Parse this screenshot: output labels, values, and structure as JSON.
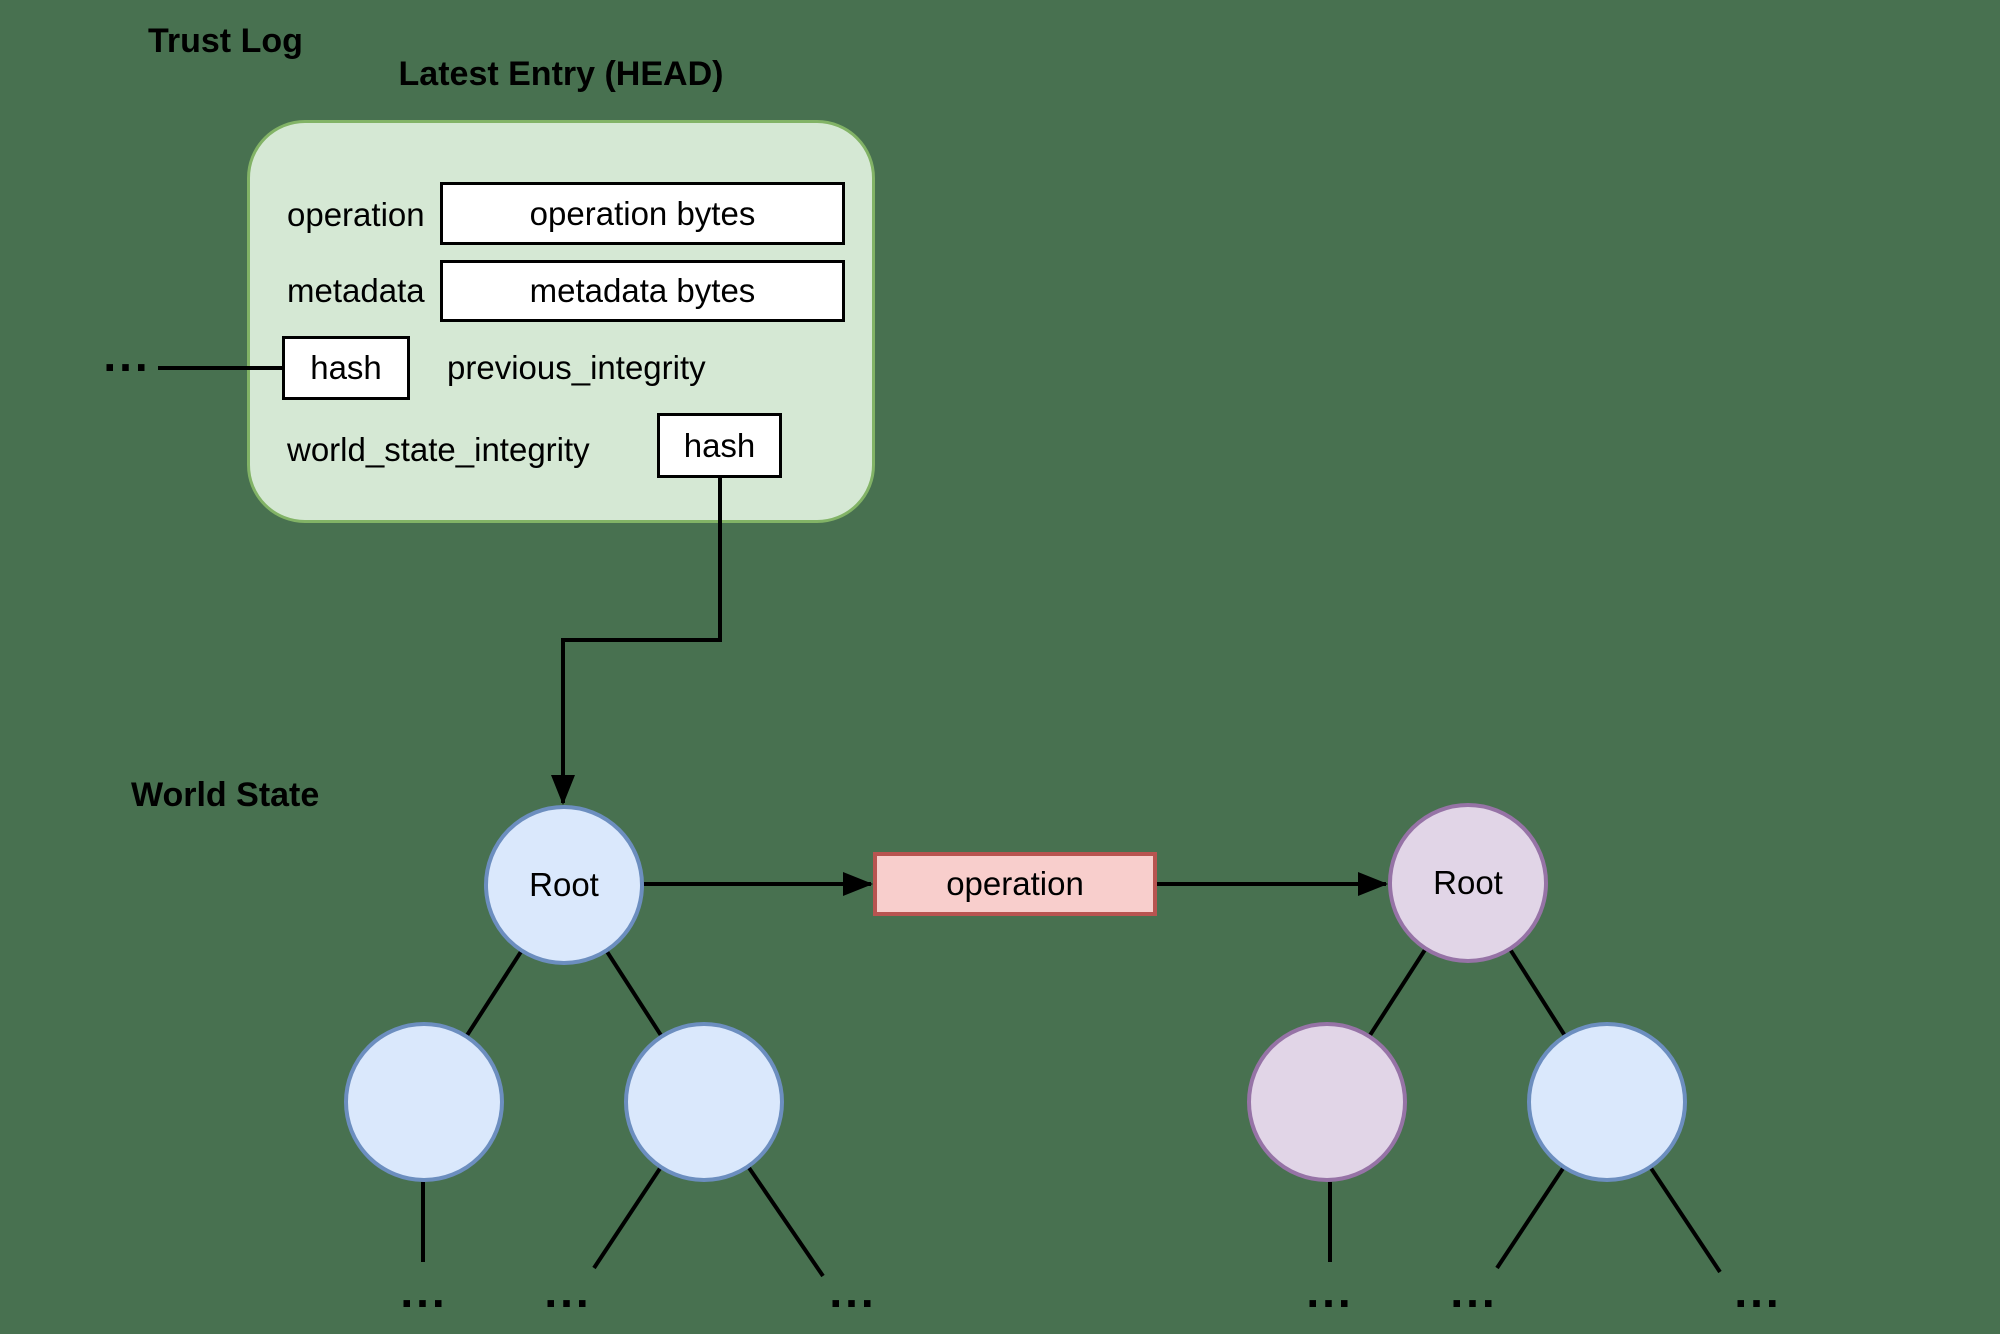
{
  "colors": {
    "canvas_bg": "#487150",
    "entry_fill": "#d5e8d4",
    "entry_border": "#82b366",
    "node_blue_fill": "#dae8fc",
    "node_blue_border": "#6c8ebf",
    "node_purple_fill": "#e1d5e7",
    "node_purple_border": "#9673a6",
    "operation_fill": "#f8cecc",
    "operation_border": "#b85450",
    "field_fill": "#ffffff",
    "line": "#000000",
    "text": "#000000"
  },
  "trust_log": {
    "section_title": "Trust Log",
    "entry_title": "Latest Entry (HEAD)",
    "older_entries_ellipsis": "...",
    "fields": {
      "operation_label": "operation",
      "operation_value": "operation bytes",
      "metadata_label": "metadata",
      "metadata_value": "metadata bytes",
      "previous_integrity_hash": "hash",
      "previous_integrity_label": "previous_integrity",
      "world_state_integrity_label": "world_state_integrity",
      "world_state_integrity_hash": "hash"
    }
  },
  "world_state": {
    "section_title": "World State",
    "operation_box_label": "operation",
    "left_tree": {
      "root_label": "Root",
      "leaf_ellipses": [
        "...",
        "...",
        "..."
      ]
    },
    "right_tree": {
      "root_label": "Root",
      "leaf_ellipses": [
        "...",
        "...",
        "..."
      ]
    }
  }
}
